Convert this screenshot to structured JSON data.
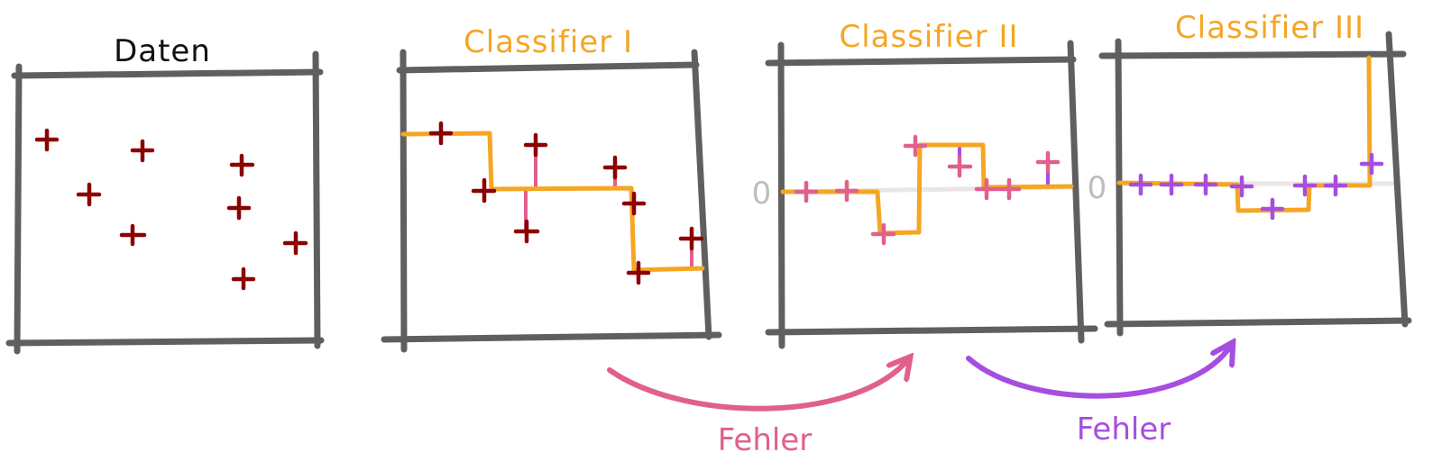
{
  "colors": {
    "frame": "#5f5f5f",
    "point": "#8b0000",
    "classifier": "#f5a623",
    "error_pink": "#e0608c",
    "error_purple": "#a64ee0",
    "zero_line": "#e9e6e3",
    "zero_label": "#bdbdbd",
    "title_dark": "#111111"
  },
  "panels": [
    {
      "title": "Daten"
    },
    {
      "title": "Classifier I"
    },
    {
      "title": "Classifier II",
      "zero_label": "0"
    },
    {
      "title": "Classifier III",
      "zero_label": "0"
    }
  ],
  "arrows": [
    {
      "label": "Fehler",
      "color": "#e0608c"
    },
    {
      "label": "Fehler",
      "color": "#a64ee0"
    }
  ]
}
